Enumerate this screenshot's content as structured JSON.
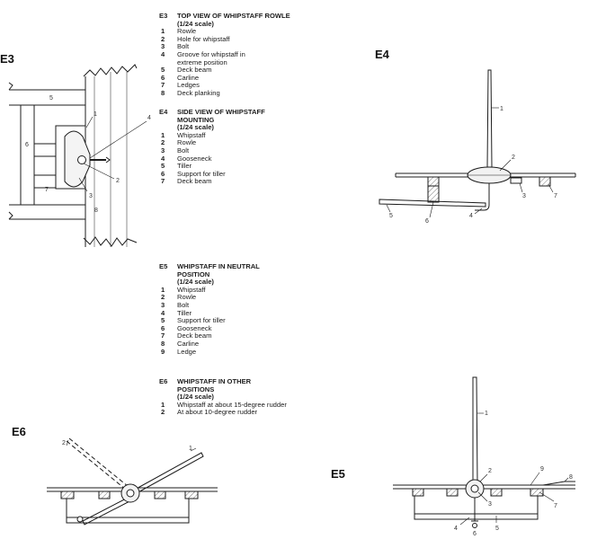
{
  "figures": {
    "e3": "E3",
    "e4": "E4",
    "e5": "E5",
    "e6": "E6"
  },
  "legends": {
    "e3": {
      "code": "E3",
      "title": "TOP VIEW OF WHIPSTAFF ROWLE",
      "scale": "(1/24 scale)",
      "items": [
        {
          "n": "1",
          "text": "Rowle"
        },
        {
          "n": "2",
          "text": "Hole for whipstaff"
        },
        {
          "n": "3",
          "text": "Bolt"
        },
        {
          "n": "4",
          "text": "Groove for whipstaff in extreme position"
        },
        {
          "n": "5",
          "text": "Deck beam"
        },
        {
          "n": "6",
          "text": "Carline"
        },
        {
          "n": "7",
          "text": "Ledges"
        },
        {
          "n": "8",
          "text": "Deck planking"
        }
      ]
    },
    "e4": {
      "code": "E4",
      "title": "SIDE VIEW OF WHIPSTAFF MOUNTING",
      "scale": "(1/24 scale)",
      "items": [
        {
          "n": "1",
          "text": "Whipstaff"
        },
        {
          "n": "2",
          "text": "Rowle"
        },
        {
          "n": "3",
          "text": "Bolt"
        },
        {
          "n": "4",
          "text": "Gooseneck"
        },
        {
          "n": "5",
          "text": "Tiller"
        },
        {
          "n": "6",
          "text": "Support for tiller"
        },
        {
          "n": "7",
          "text": "Deck beam"
        }
      ]
    },
    "e5": {
      "code": "E5",
      "title": "WHIPSTAFF IN NEUTRAL POSITION",
      "scale": "(1/24 scale)",
      "items": [
        {
          "n": "1",
          "text": "Whipstaff"
        },
        {
          "n": "2",
          "text": "Rowle"
        },
        {
          "n": "3",
          "text": "Bolt"
        },
        {
          "n": "4",
          "text": "Tiller"
        },
        {
          "n": "5",
          "text": "Support for tiller"
        },
        {
          "n": "6",
          "text": "Gooseneck"
        },
        {
          "n": "7",
          "text": "Deck beam"
        },
        {
          "n": "8",
          "text": "Carline"
        },
        {
          "n": "9",
          "text": "Ledge"
        }
      ]
    },
    "e6": {
      "code": "E6",
      "title": "WHIPSTAFF IN OTHER POSITIONS",
      "scale": "(1/24 scale)",
      "items": [
        {
          "n": "1",
          "text": "Whipstaff at about 15-degree rudder"
        },
        {
          "n": "2",
          "text": "At about 10-degree rudder"
        }
      ]
    }
  },
  "callouts": {
    "e3": [
      "1",
      "2",
      "3",
      "4",
      "5",
      "6",
      "7",
      "8"
    ],
    "e4": [
      "1",
      "2",
      "3",
      "4",
      "5",
      "6",
      "7"
    ],
    "e5": [
      "1",
      "2",
      "3",
      "4",
      "5",
      "6",
      "7",
      "8",
      "9"
    ],
    "e6": [
      "1",
      "2"
    ]
  },
  "colors": {
    "ink": "#1c1c1c",
    "hatch": "#555555",
    "paper": "#ffffff"
  }
}
